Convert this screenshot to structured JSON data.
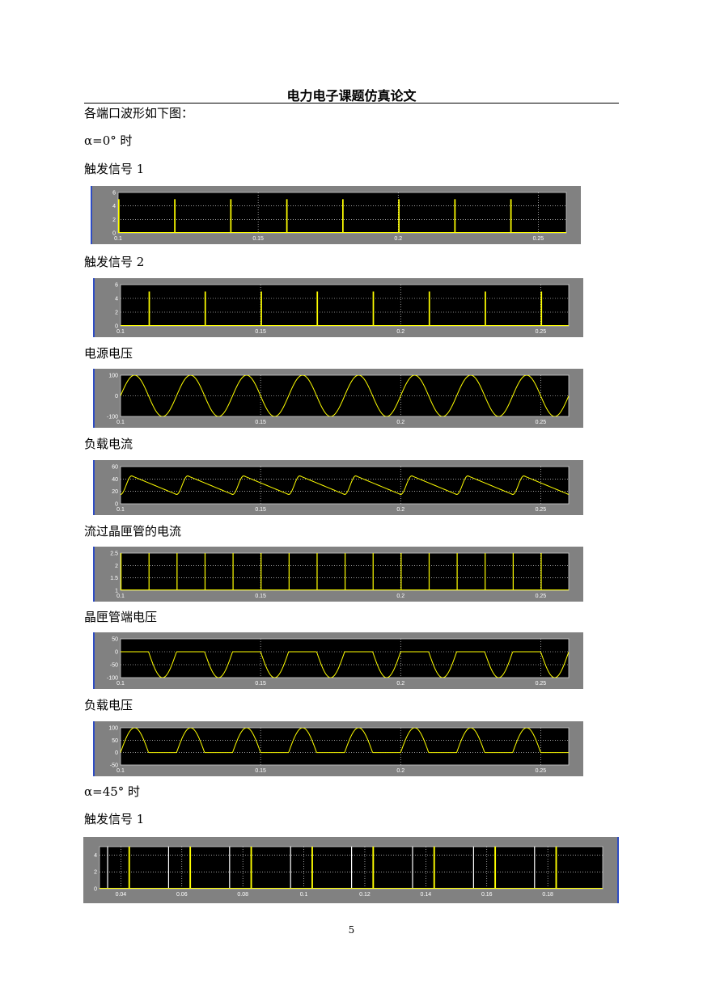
{
  "header": {
    "title": "电力电子课题仿真论文"
  },
  "paragraphs": {
    "intro": "各端口波形如下图：",
    "alpha0": "α=0°  时",
    "alpha45": "α=45°  时"
  },
  "page_number": "5",
  "chart_data": [
    {
      "type": "line",
      "caption": "触发信号 1",
      "xlim": [
        0.1,
        0.26
      ],
      "ylim": [
        0,
        6
      ],
      "xticks": [
        "0.1",
        "0.15",
        "0.2",
        "0.25"
      ],
      "yticks": [
        "0",
        "2",
        "4",
        "6"
      ],
      "grid": true,
      "series": [
        {
          "kind": "pulses",
          "x": [
            0.1,
            0.12,
            0.14,
            0.16,
            0.18,
            0.2,
            0.22,
            0.24
          ],
          "value": 5,
          "width": 0.0005
        }
      ]
    },
    {
      "type": "line",
      "caption": "触发信号 2",
      "xlim": [
        0.1,
        0.26
      ],
      "ylim": [
        0,
        6
      ],
      "xticks": [
        "0.1",
        "0.15",
        "0.2",
        "0.25"
      ],
      "yticks": [
        "0",
        "2",
        "4",
        "6"
      ],
      "grid": true,
      "series": [
        {
          "kind": "pulses",
          "x": [
            0.11,
            0.13,
            0.15,
            0.17,
            0.19,
            0.21,
            0.23,
            0.25
          ],
          "value": 5,
          "width": 0.0005
        }
      ]
    },
    {
      "type": "line",
      "caption": "电源电压",
      "xlim": [
        0.1,
        0.26
      ],
      "ylim": [
        -100,
        100
      ],
      "xticks": [
        "0.1",
        "0.15",
        "0.2",
        "0.25"
      ],
      "yticks": [
        "-100",
        "0",
        "100"
      ],
      "grid": true,
      "series": [
        {
          "kind": "sine",
          "amplitude": 100,
          "frequency": 50,
          "phase": 0
        }
      ]
    },
    {
      "type": "line",
      "caption": "负载电流",
      "xlim": [
        0.1,
        0.26
      ],
      "ylim": [
        0,
        60
      ],
      "xticks": [
        "0.1",
        "0.15",
        "0.2",
        "0.25"
      ],
      "yticks": [
        "0",
        "20",
        "40",
        "60"
      ],
      "grid": true,
      "series": [
        {
          "kind": "rl_current",
          "min": 15,
          "max": 45,
          "period": 0.02,
          "peak_at": 0.004
        }
      ]
    },
    {
      "type": "line",
      "caption": "流过晶匣管的电流",
      "xlim": [
        0.1,
        0.26
      ],
      "ylim": [
        1,
        2.5
      ],
      "xticks": [
        "0.1",
        "0.15",
        "0.2",
        "0.25"
      ],
      "yticks": [
        "1",
        "1.5",
        "2",
        "2.5"
      ],
      "grid": true,
      "series": [
        {
          "kind": "pulses",
          "x": [
            0.1,
            0.11,
            0.12,
            0.13,
            0.14,
            0.15,
            0.16,
            0.17,
            0.18,
            0.19,
            0.2,
            0.21,
            0.22,
            0.23,
            0.24,
            0.25
          ],
          "value": 2.5,
          "width": 0.0003
        }
      ]
    },
    {
      "type": "line",
      "caption": "晶匣管端电压",
      "xlim": [
        0.1,
        0.26
      ],
      "ylim": [
        -100,
        50
      ],
      "xticks": [
        "0.1",
        "0.15",
        "0.2",
        "0.25"
      ],
      "yticks": [
        "-100",
        "-50",
        "0",
        "50"
      ],
      "grid": true,
      "series": [
        {
          "kind": "neg_half_sine",
          "amplitude": 100,
          "frequency": 50,
          "phase": 0
        }
      ]
    },
    {
      "type": "line",
      "caption": "负载电压",
      "xlim": [
        0.1,
        0.26
      ],
      "ylim": [
        -50,
        100
      ],
      "xticks": [
        "0.1",
        "0.15",
        "0.2",
        "0.25"
      ],
      "yticks": [
        "-50",
        "0",
        "50",
        "100"
      ],
      "grid": true,
      "series": [
        {
          "kind": "pos_half_sine",
          "amplitude": 100,
          "frequency": 50,
          "phase": 0
        }
      ]
    },
    {
      "type": "line",
      "caption": "触发信号 1",
      "xlim": [
        0.033,
        0.198
      ],
      "ylim": [
        0,
        5
      ],
      "xticks": [
        "0.04",
        "0.06",
        "0.08",
        "0.1",
        "0.12",
        "0.14",
        "0.16",
        "0.18"
      ],
      "yticks": [
        "0",
        "2",
        "4"
      ],
      "grid": true,
      "series": [
        {
          "kind": "pulses",
          "x": [
            0.0425,
            0.0625,
            0.0825,
            0.1025,
            0.1225,
            0.1425,
            0.1625,
            0.1825
          ],
          "value": 5,
          "width": 0.0005
        },
        {
          "kind": "pulses",
          "x": [
            0.0355,
            0.0555,
            0.0755,
            0.0955,
            0.1155,
            0.1355,
            0.1555,
            0.1755
          ],
          "value": 5,
          "width": 0.0002,
          "color": "#ffffff"
        }
      ]
    }
  ]
}
